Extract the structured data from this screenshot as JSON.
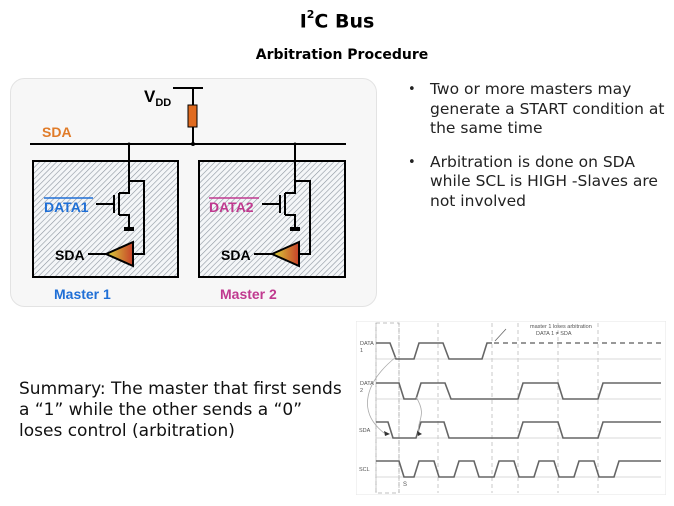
{
  "slide": {
    "title_prefix": "I",
    "title_sup": "2",
    "title_suffix": "C Bus",
    "subtitle": "Arbitration Procedure"
  },
  "circuit": {
    "vdd_label": "V",
    "vdd_sub": "DD",
    "bus_label": "SDA",
    "masters": [
      {
        "name": "Master 1",
        "data_label": "DATA1",
        "sda_label": "SDA",
        "color": "#1f6fd6"
      },
      {
        "name": "Master 2",
        "data_label": "DATA2",
        "sda_label": "SDA",
        "color": "#c0398f"
      }
    ],
    "colors": {
      "bus_label": "#e07b28",
      "resistor": "#e06b20",
      "panel_bg": "#f7f7f7",
      "hatch": "#9aa3ad"
    }
  },
  "bullets": [
    {
      "text": "Two or more masters may generate a START condition at the same time"
    },
    {
      "text": "Arbitration is done on SDA while SCL is HIGH -Slaves are not involved"
    }
  ],
  "summary": "Summary: The master that first sends a “1” while the other sends a “0” loses control (arbitration)",
  "timing": {
    "annotation_line1": "master 1 loses arbitration",
    "annotation_line2": "DATA 1 ≠ SDA",
    "start_label": "S",
    "signals": [
      {
        "name": "DATA\n1",
        "label_lines": [
          "DATA",
          "1"
        ],
        "levels": [
          1,
          0,
          0,
          1,
          0,
          1
        ],
        "after_loss": "dashed-high"
      },
      {
        "name": "DATA\n2",
        "label_lines": [
          "DATA",
          "2"
        ],
        "levels": [
          1,
          0,
          1,
          0,
          0,
          1,
          0,
          1
        ]
      },
      {
        "name": "SDA",
        "label_lines": [
          "SDA"
        ],
        "levels": [
          1,
          0,
          1,
          0,
          0,
          1,
          0,
          1
        ]
      },
      {
        "name": "SCL",
        "label_lines": [
          "SCL"
        ],
        "levels": "clock"
      }
    ]
  }
}
